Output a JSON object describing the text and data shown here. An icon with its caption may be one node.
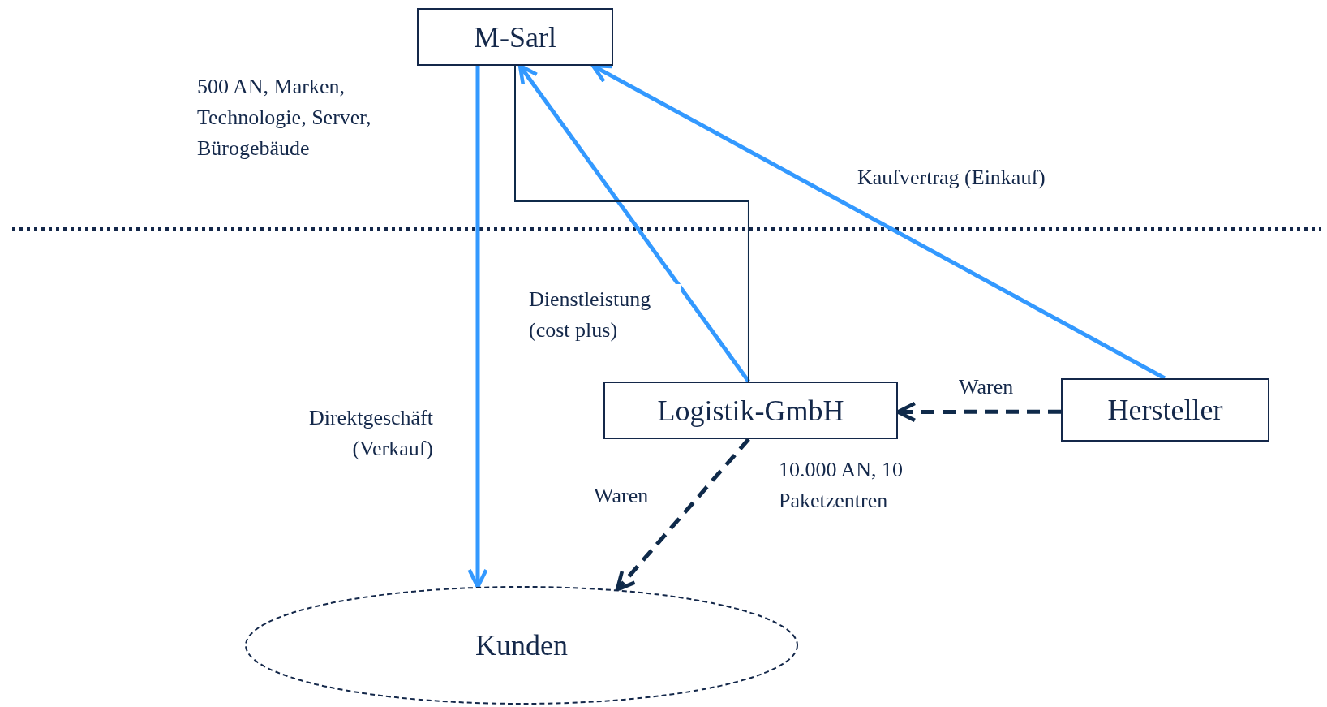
{
  "diagram": {
    "nodes": [
      {
        "text": [
          "M-Sarl"
        ],
        "beside": [
          "500 AN, Marken, Technologie, Server, Bürogebäude"
        ]
      },
      {
        "text": [
          "Logistik-GmbH"
        ],
        "beside": [
          "10.000 AN, 10 Paketzentren"
        ]
      },
      {
        "text": [
          "Hersteller"
        ]
      },
      {
        "text": [
          "Kunden"
        ]
      }
    ],
    "edges": [
      {
        "from": 0,
        "to": 3,
        "arrow": "to",
        "label": "Direktgeschäft (Verkauf)",
        "color": "#3399ff"
      },
      {
        "from": 1,
        "to": 0,
        "arrow": "to",
        "label": "Dienstleistung (cost plus)",
        "color": "#3399ff"
      },
      {
        "from": 2,
        "to": 0,
        "arrow": "to",
        "label": "Kaufvertrag (Einkauf)",
        "color": "#3399ff"
      },
      {
        "from": 2,
        "to": 1,
        "arrow": "to",
        "label": "Waren",
        "style": "dashed",
        "color": "#0f2a4a"
      },
      {
        "from": 1,
        "to": 3,
        "arrow": "to",
        "label": "Waren",
        "style": "dashed",
        "color": "#0f2a4a"
      },
      {
        "from": 0,
        "to": 1,
        "arrow": "none",
        "color": "#0f2a4a"
      }
    ]
  }
}
